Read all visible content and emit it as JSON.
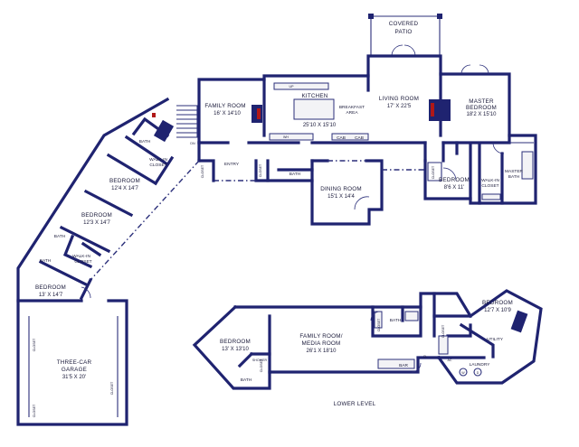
{
  "rooms": {
    "covered_patio": {
      "name_line1": "COVERED",
      "name_line2": "PATIO"
    },
    "family_room": {
      "name": "FAMILY ROOM",
      "dims": "16' X 14'10"
    },
    "kitchen": {
      "name": "KITCHEN",
      "dims": "25'10 X 15'10"
    },
    "breakfast_area": {
      "line1": "BREAKFAST",
      "line2": "AREA"
    },
    "living_room": {
      "name": "LIVING ROOM",
      "dims": "17' X 22'5"
    },
    "master_bedroom": {
      "name_line1": "MASTER",
      "name_line2": "BEDROOM",
      "dims": "18'2 X 15'10"
    },
    "master_bath": {
      "line1": "MASTER",
      "line2": "BATH"
    },
    "master_walkin": {
      "line1": "WALK-IN",
      "line2": "CLOSET"
    },
    "bedroom_right": {
      "name": "BEDROOM",
      "dims": "8'6 X 11'"
    },
    "dining_room": {
      "name": "DINING ROOM",
      "dims": "15'1 X 14'4"
    },
    "bedroom_1": {
      "name": "BEDROOM",
      "dims": "12'4 X 14'7"
    },
    "bedroom_2": {
      "name": "BEDROOM",
      "dims": "12'3 X 14'7"
    },
    "bedroom_3": {
      "name": "BEDROOM",
      "dims": "13' X 14'7"
    },
    "garage": {
      "line1": "THREE-CAR",
      "line2": "GARAGE",
      "dims": "31'5 X 20'"
    },
    "lower_bedroom_left": {
      "name": "BEDROOM",
      "dims": "13' X 13'10"
    },
    "media_room": {
      "line1": "FAMILY ROOM/",
      "line2": "MEDIA ROOM",
      "dims": "26'1 X 18'10"
    },
    "lower_bedroom_right": {
      "name": "BEDROOM",
      "dims": "12'7 X 10'9"
    },
    "utility": {
      "name": "UTILITY"
    },
    "laundry": {
      "name": "LAUNDRY"
    }
  },
  "small_labels": {
    "bath": "BATH",
    "closet": "CLOSET",
    "walkin_line1": "WALK-IN",
    "walkin_line2": "CLOSET",
    "entry": "ENTRY",
    "up": "UP",
    "dn": "DN",
    "cab": "CAB",
    "bar": "BAR",
    "wh": "WH",
    "w": "W",
    "d": "D",
    "cl": "CL",
    "ac": "AC",
    "shower": "SHOWER"
  },
  "level_label": "LOWER LEVEL"
}
